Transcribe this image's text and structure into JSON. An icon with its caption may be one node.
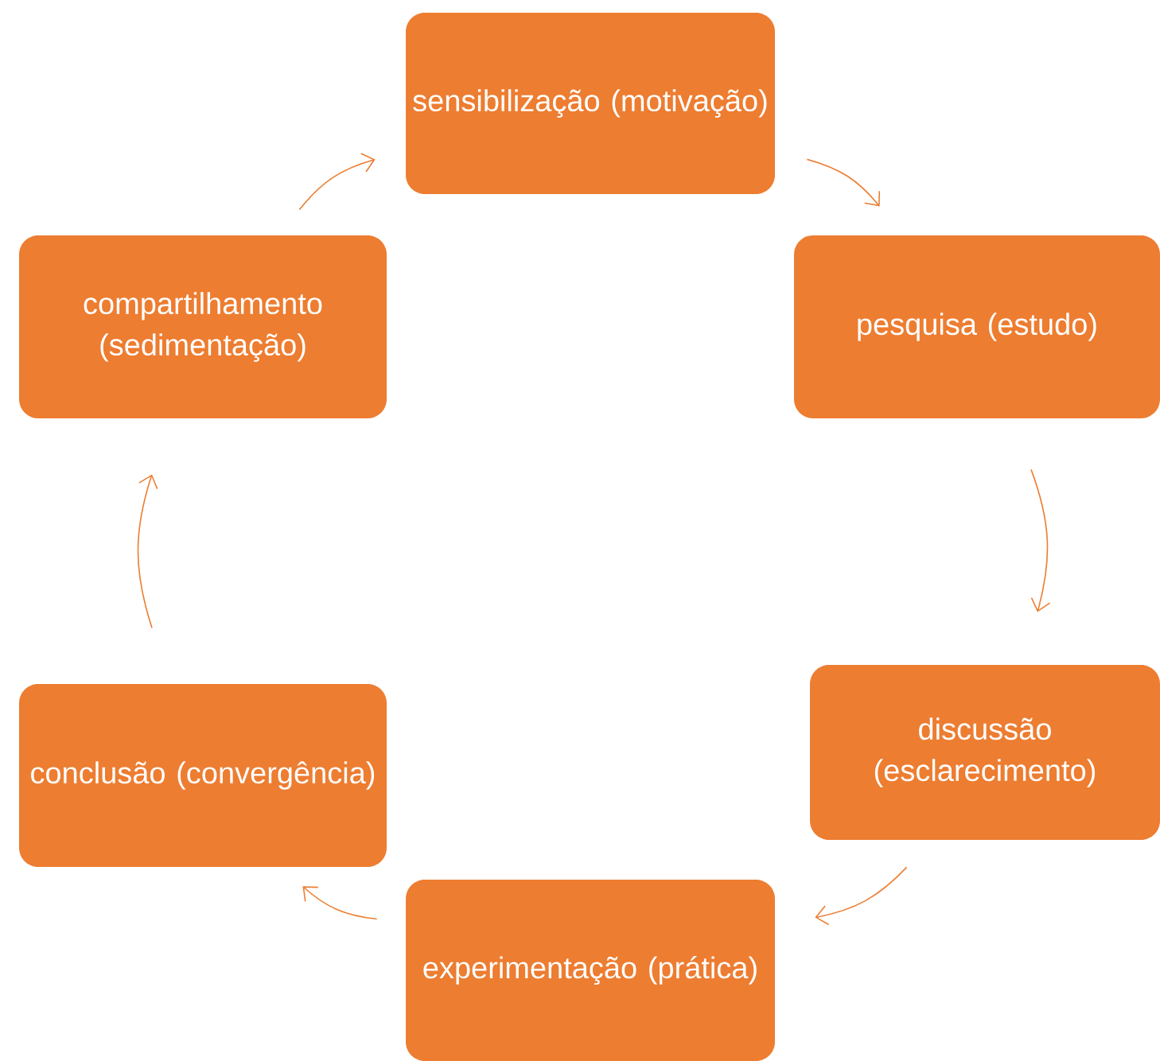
{
  "diagram": {
    "nodes": [
      {
        "text": [
          "sensibilização (motivação)"
        ]
      },
      {
        "text": [
          "pesquisa (estudo)"
        ]
      },
      {
        "text": [
          "discussão (esclarecimento)"
        ]
      },
      {
        "text": [
          "experimentação (prática)"
        ]
      },
      {
        "text": [
          "conclusão (convergência)"
        ]
      },
      {
        "text": [
          "compartilhamento (sedimentação)"
        ]
      }
    ],
    "edges": [
      {
        "from": 0,
        "to": 1,
        "arrow": "to"
      },
      {
        "from": 1,
        "to": 2,
        "arrow": "to"
      },
      {
        "from": 2,
        "to": 3,
        "arrow": "to"
      },
      {
        "from": 3,
        "to": 4,
        "arrow": "to"
      },
      {
        "from": 4,
        "to": 5,
        "arrow": "to"
      },
      {
        "from": 5,
        "to": 0,
        "arrow": "to"
      }
    ]
  }
}
